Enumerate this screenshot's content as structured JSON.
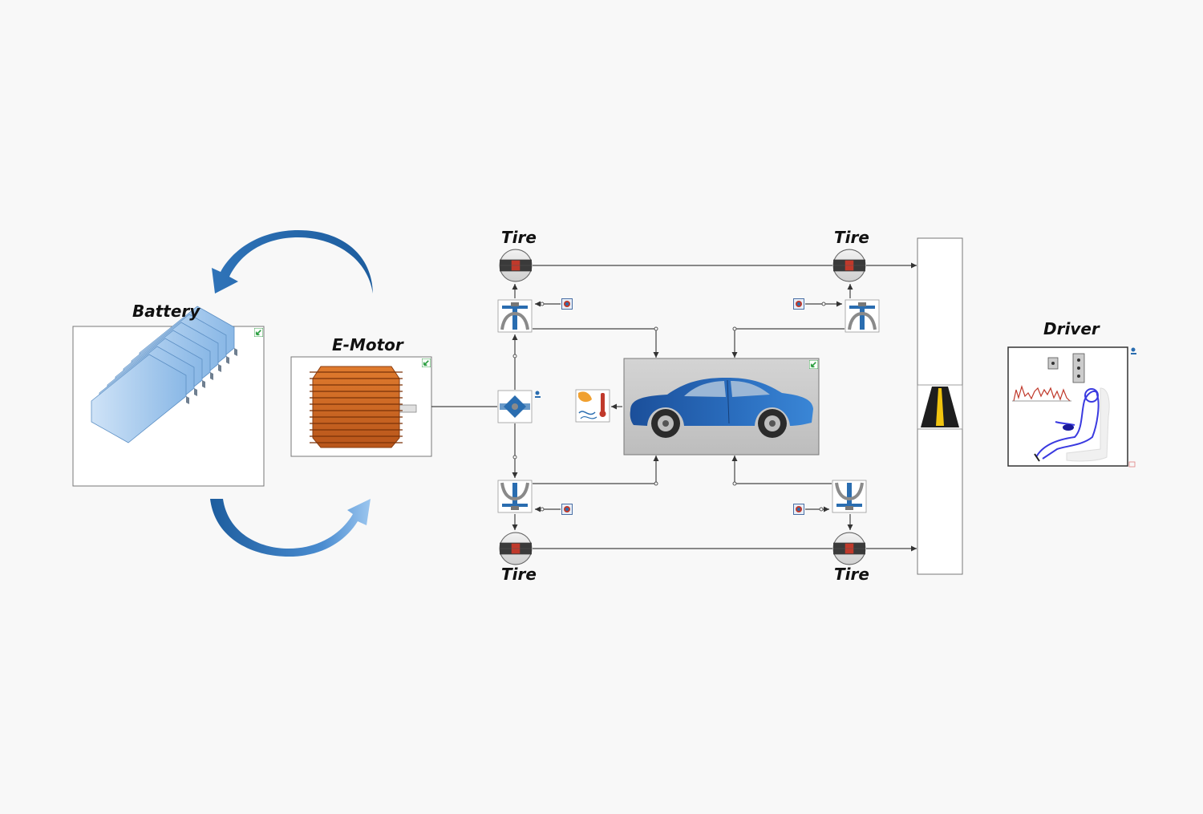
{
  "labels": {
    "battery": "Battery",
    "emotor": "E-Motor",
    "tire_front_left": "Tire",
    "tire_front_right": "Tire",
    "tire_rear_left": "Tire",
    "tire_rear_right": "Tire",
    "driver": "Driver"
  },
  "icons": {
    "battery": "battery-cells-icon",
    "emotor": "electric-motor-icon",
    "vehicle": "car-body-icon",
    "road": "road-icon",
    "driver": "driver-seat-icon",
    "tire": "tire-icon",
    "suspension": "suspension-icon",
    "thermal": "thermometer-icon",
    "differential": "differential-icon"
  },
  "colors": {
    "background": "#f8f8f8",
    "flow_arrow": "#2a6db0",
    "motor_orange": "#d2691e",
    "car_blue": "#1f5fa8",
    "battery_blue": "#a9cdef",
    "connector_red": "#c0392b",
    "expand_badge_green": "#2ea043"
  }
}
